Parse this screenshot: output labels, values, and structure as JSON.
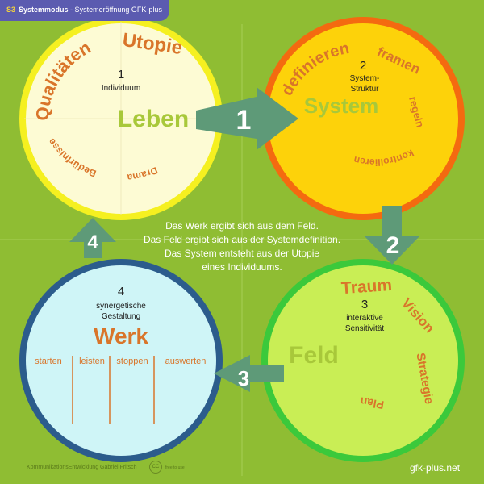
{
  "header": {
    "code": "S3",
    "mode": "Systemmodus",
    "subtitle": "- Systemeröffnung GFK-plus"
  },
  "colors": {
    "background": "#8fbd33",
    "arrow": "#5e9a78",
    "label_orange": "#d9752a",
    "header_tab": "#5b5bb0"
  },
  "circles": [
    {
      "id": "individuum",
      "number": "1",
      "subtitle": [
        "Individuum"
      ],
      "main_label": "Leben",
      "arc_words": [
        "Qualitäten",
        "Utopie",
        "Bedürfnisse",
        "Drama"
      ],
      "fill": "#fdfbd4",
      "ring": "#f5f020"
    },
    {
      "id": "system",
      "number": "2",
      "subtitle": [
        "System-",
        "Struktur"
      ],
      "main_label": "System",
      "arc_words": [
        "definieren",
        "framen",
        "regeln",
        "kontrollieren"
      ],
      "fill": "#fdd20a",
      "ring": "#f46a10"
    },
    {
      "id": "feld",
      "number": "3",
      "subtitle": [
        "interaktive",
        "Sensitivität"
      ],
      "main_label": "Feld",
      "arc_words": [
        "Traum",
        "Vision",
        "Strategie",
        "Plan"
      ],
      "fill": "#c9ee55",
      "ring": "#3bc93b"
    },
    {
      "id": "werk",
      "number": "4",
      "subtitle": [
        "synergetische",
        "Gestaltung"
      ],
      "main_label": "Werk",
      "columns": [
        "starten",
        "leisten",
        "stoppen",
        "auswerten"
      ],
      "fill": "#cff5f7",
      "ring": "#2c5c8c"
    }
  ],
  "arrows": [
    "1",
    "2",
    "3",
    "4"
  ],
  "center_text": [
    "Das Werk ergibt sich aus dem Feld.",
    "Das Feld ergibt sich aus der Systemdefinition.",
    "Das System entsteht aus der Utopie",
    "eines Individuums."
  ],
  "footer": {
    "author": "KommunikationsEntwicklung Gabriel Fritsch",
    "license": "free to use",
    "license_mark": "CC",
    "site": "gfk-plus.net"
  }
}
